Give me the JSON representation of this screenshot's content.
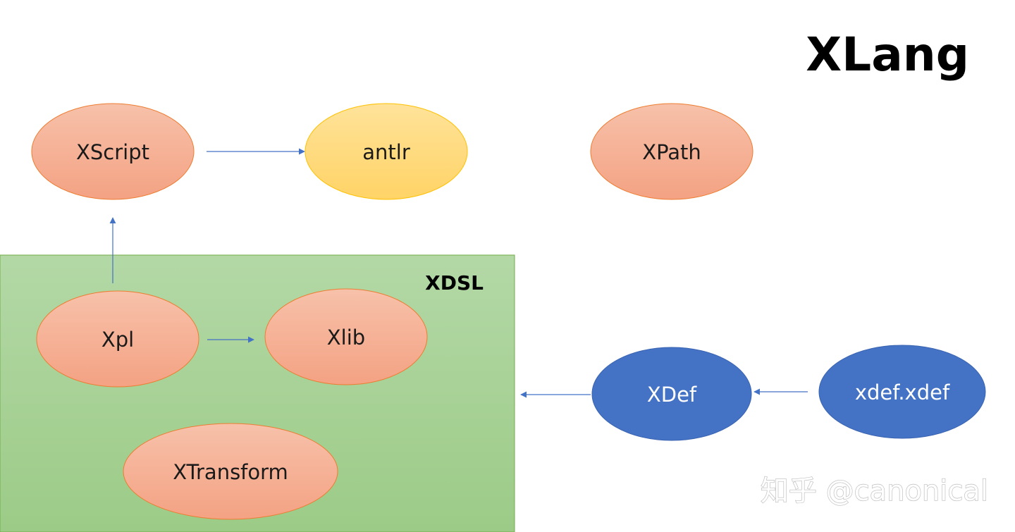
{
  "title": "XLang",
  "group": {
    "label": "XDSL"
  },
  "nodes": {
    "xscript": {
      "label": "XScript",
      "style": "salmon"
    },
    "antlr": {
      "label": "antlr",
      "style": "yellow"
    },
    "xpath": {
      "label": "XPath",
      "style": "salmon"
    },
    "xpl": {
      "label": "Xpl",
      "style": "salmon"
    },
    "xlib": {
      "label": "Xlib",
      "style": "salmon"
    },
    "xtransform": {
      "label": "XTransform",
      "style": "salmon"
    },
    "xdef": {
      "label": "XDef",
      "style": "blue"
    },
    "xdef_xdef": {
      "label": "xdef.xdef",
      "style": "blue"
    }
  },
  "edges": [
    {
      "from": "xscript",
      "to": "antlr"
    },
    {
      "from": "xpl",
      "to": "xscript"
    },
    {
      "from": "xpl",
      "to": "xlib"
    },
    {
      "from": "xdef",
      "to": "xdsl_group"
    },
    {
      "from": "xdef_xdef",
      "to": "xdef"
    }
  ],
  "colors": {
    "salmon_top": "#f7c1aa",
    "salmon_bottom": "#f4a283",
    "salmon_stroke": "#ed7d31",
    "yellow_top": "#ffe39a",
    "yellow_bottom": "#ffd366",
    "yellow_stroke": "#ffc000",
    "blue_fill": "#4472c4",
    "blue_stroke": "#3a64b2",
    "group_top": "#b3d8a6",
    "group_bottom": "#9ccb87",
    "group_stroke": "#70ad47",
    "arrow": "#4472c4"
  },
  "watermark": "知乎 @canonical"
}
